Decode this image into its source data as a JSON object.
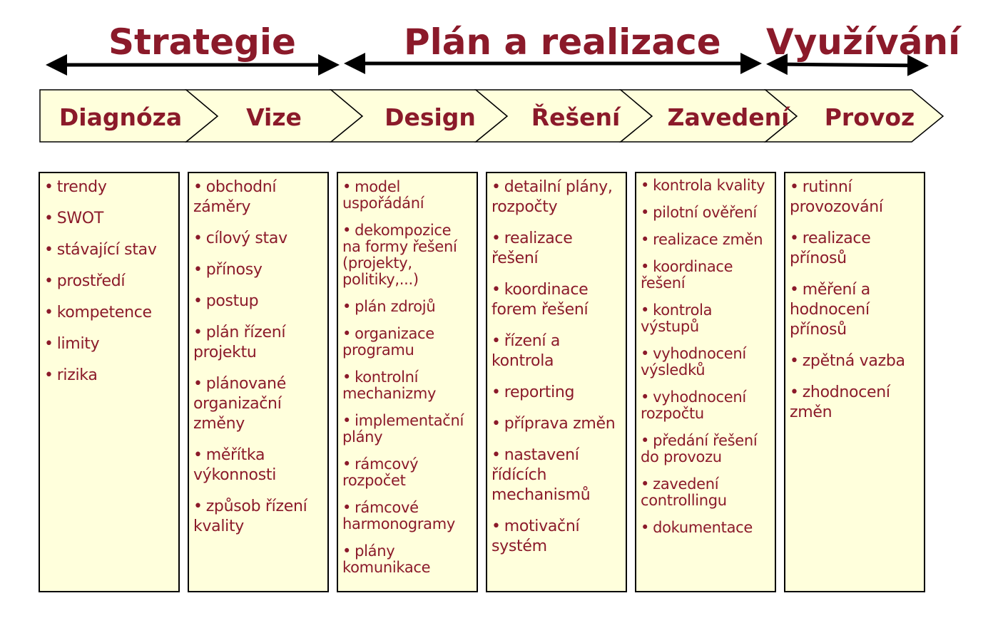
{
  "colors": {
    "text": "#8b1a2a",
    "fill": "#ffffdc",
    "outline": "#000000"
  },
  "phases": [
    {
      "label": "Strategie"
    },
    {
      "label": "Plán a realizace"
    },
    {
      "label": "Využívání"
    }
  ],
  "steps": [
    {
      "label": "Diagnóza"
    },
    {
      "label": "Vize"
    },
    {
      "label": "Design"
    },
    {
      "label": "Řešení"
    },
    {
      "label": "Zavedení"
    },
    {
      "label": "Provoz"
    }
  ],
  "columns": [
    {
      "items": [
        "trendy",
        "SWOT",
        "stávající stav",
        "prostředí",
        "kompetence",
        "limity",
        "rizika"
      ]
    },
    {
      "items": [
        "obchodní záměry",
        "cílový stav",
        "přínosy",
        "postup",
        "plán řízení projektu",
        "plánované organizační změny",
        "měřítka výkonnosti",
        "způsob řízení kvality"
      ]
    },
    {
      "items": [
        "model uspořádání",
        "dekompozice na formy řešení (projekty, politiky,...)",
        "plán zdrojů",
        "organizace programu",
        "kontrolní mechanizmy",
        "implementační plány",
        "rámcový rozpočet",
        "rámcové harmonogramy",
        "plány komunikace"
      ]
    },
    {
      "items": [
        "detailní plány, rozpočty",
        "realizace řešení",
        "koordinace forem řešení",
        "řízení a kontrola",
        "reporting",
        "příprava změn",
        "nastavení řídících mechanismů",
        "motivační systém"
      ]
    },
    {
      "items": [
        "kontrola kvality",
        "pilotní ověření",
        "realizace změn",
        "koordinace řešení",
        "kontrola výstupů",
        "vyhodnocení výsledků",
        "vyhodnocení rozpočtu",
        "předání řešení do provozu",
        "zavedení controllingu",
        "dokumentace"
      ]
    },
    {
      "items": [
        "rutinní provozování",
        "realizace přínosů",
        "měření a hodnocení přínosů",
        "zpětná vazba",
        "zhodnocení změn"
      ]
    }
  ]
}
